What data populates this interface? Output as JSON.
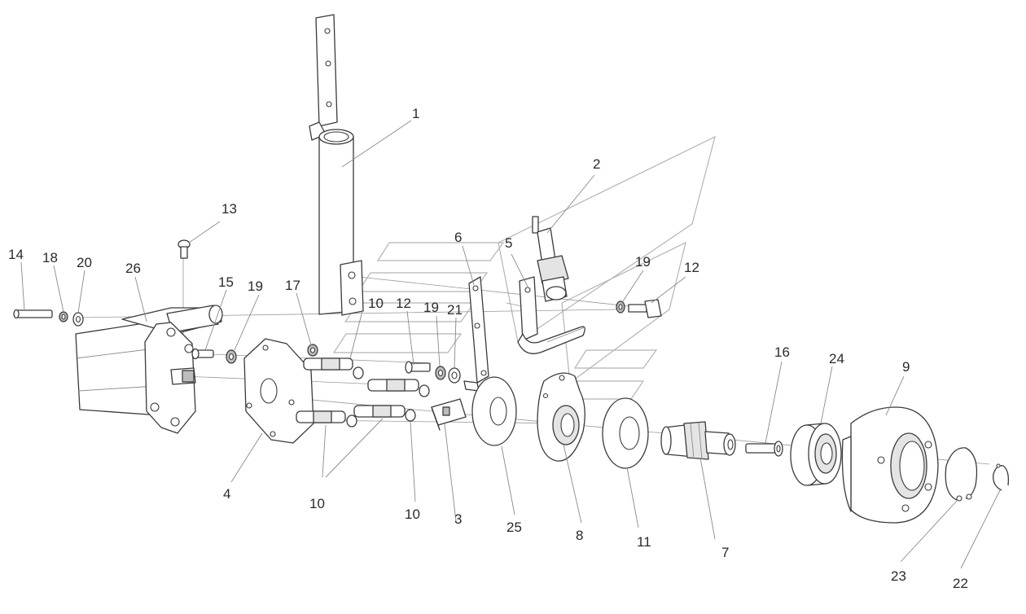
{
  "labels": {
    "l1": "1",
    "l2": "2",
    "l3": "3",
    "l4": "4",
    "l5": "5",
    "l6": "6",
    "l7": "7",
    "l8": "8",
    "l9": "9",
    "l10a": "10",
    "l10b": "10",
    "l10c": "10",
    "l11": "11",
    "l12a": "12",
    "l12b": "12",
    "l13": "13",
    "l14": "14",
    "l15": "15",
    "l16": "16",
    "l17": "17",
    "l18": "18",
    "l19a": "19",
    "l19b": "19",
    "l19c": "19",
    "l20": "20",
    "l21": "21",
    "l22": "22",
    "l23": "23",
    "l24": "24",
    "l25": "25",
    "l26": "26"
  }
}
